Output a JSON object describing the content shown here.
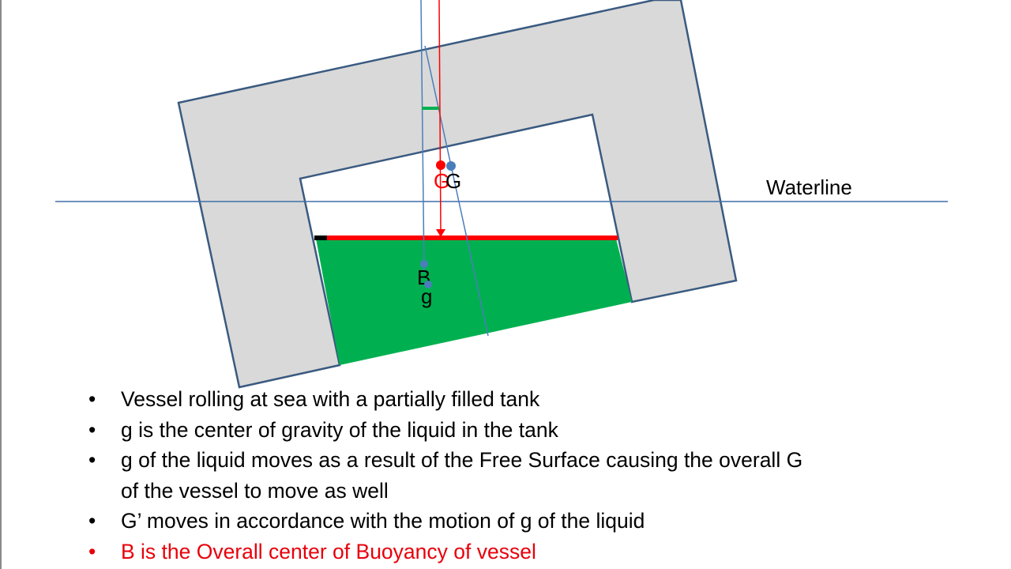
{
  "labels": {
    "waterline": "Waterline",
    "g_red": "G",
    "g_blue": "G",
    "b": "B",
    "g_liquid": "g"
  },
  "bullets": [
    {
      "text": "Vessel rolling at sea with a partially filled tank"
    },
    {
      "text": "g is the center of gravity of the liquid in the tank"
    },
    {
      "text": "g of the liquid moves as a result of the Free Surface causing the overall G"
    },
    {
      "text": "of the vessel to move as well"
    },
    {
      "text": "G’ moves in accordance with the motion of g of the liquid"
    },
    {
      "text": "B is the Overall center of Buoyancy of vessel"
    }
  ],
  "bullet_symbol": "•",
  "colors": {
    "hull_fill": "#d9d9d9",
    "hull_stroke": "#3a5a80",
    "liquid": "#00b050",
    "free_surface": "#ff0000",
    "centerline": "#4a7ebb",
    "gravity_line": "#ff0000",
    "shift_marker": "#00b050",
    "highlight_text": "#e8000b"
  }
}
